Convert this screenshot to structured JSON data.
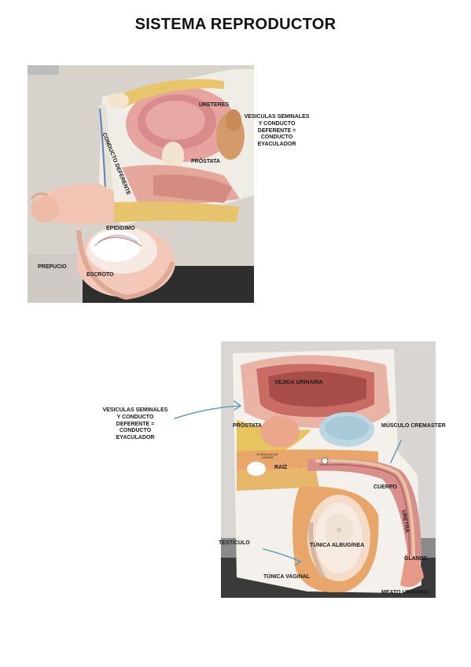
{
  "title": "SISTEMA REPRODUCTOR",
  "figure1": {
    "labels": {
      "ureteres": "URETERES",
      "vesiculas": [
        "VESICULAS SEMINALES",
        "Y CONDUCTO",
        "DEFERENTE =",
        "CONDUCTO",
        "EYACULADOR"
      ],
      "conducto_deferente": "CONDUCTO DEFERENTE",
      "prostata": "PRÓSTATA",
      "epididimo": "EPIDIDIMO",
      "prepucio": "PREPUCIO",
      "escroto": "ESCROTO"
    }
  },
  "figure2": {
    "labels": {
      "vesiculas": [
        "VESICULAS SEMINALES",
        "Y CONDUCTO",
        "DEFERENTE =",
        "CONDUCTO",
        "EYACULADOR"
      ],
      "vejiga": "VEJIGA URINARIA",
      "prostata": "PRÓSTATA",
      "musculo": "MÚSCULO CREMASTER",
      "glandulas": [
        "GLÁNDULAS DE",
        "COWPER"
      ],
      "raiz": "RAÍZ",
      "cuerpo": "CUERPO",
      "uretra": "URETRA",
      "testiculo": "TESTÍCULO",
      "tunica_albuginea": "TÚNICA ALBUGÍNEA",
      "glande": "GLANDE",
      "tunica_vaginal": "TÚNICA VAGINAL",
      "meato": "MEATO URINARIO"
    }
  },
  "colors": {
    "arrow": "#6a9fb5",
    "background_wall": "#d9d4cf",
    "dark_table": "#2a2a2a"
  }
}
